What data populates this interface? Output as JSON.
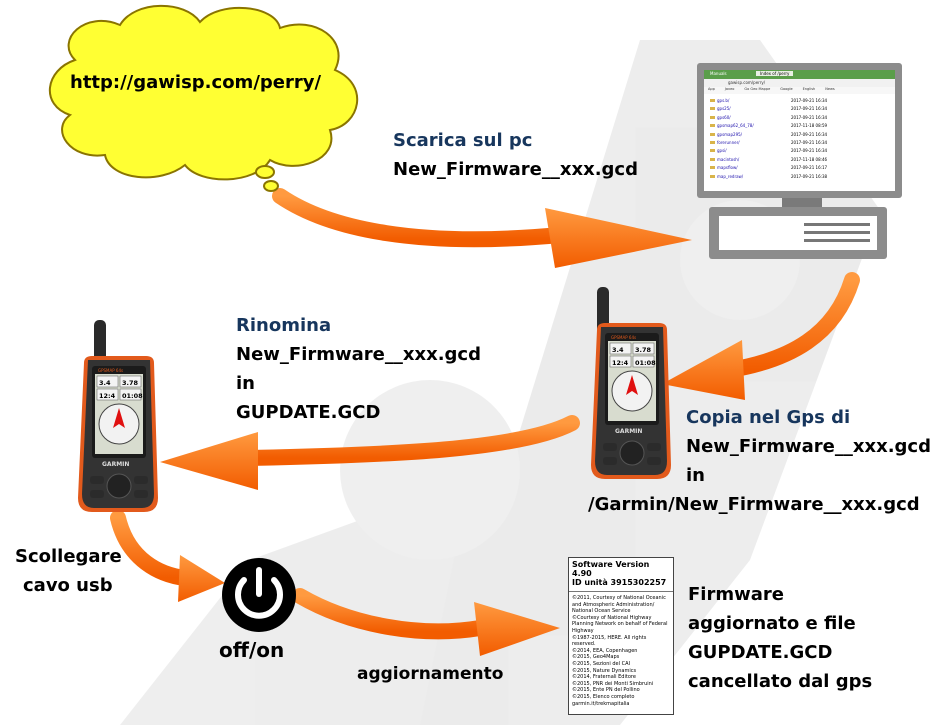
{
  "cloud_url": "http://gawisp.com/perry/",
  "step_download": {
    "title": "Scarica sul pc",
    "file": "New_Firmware__xxx.gcd"
  },
  "step_rename": {
    "title": "Rinomina",
    "file": "New_Firmware__xxx.gcd",
    "in": "in",
    "target": "GUPDATE.GCD"
  },
  "step_copy": {
    "title": "Copia nel Gps di",
    "file": "New_Firmware__xxx.gcd",
    "in": "in",
    "path": "/Garmin/New_Firmware__xxx.gcd"
  },
  "step_unplug": {
    "line1": "Scollegare",
    "line2": "cavo usb"
  },
  "power_label": "off/on",
  "update_label": "aggiornamento",
  "result": {
    "line1": "Firmware",
    "line2": "aggiornato e file",
    "line3": "GUPDATE.GCD",
    "line4": "cancellato dal gps"
  },
  "software_doc": {
    "title": "Software Version",
    "version": "4.90",
    "id_line": "ID unità 3915302257",
    "credits": [
      "©2011, Courtesy of National Oceanic",
      "and Atmospheric Administration/",
      "National Ocean Service",
      "©Courtesy of National Highway",
      "Planning Network on behalf of Federal",
      "Highway",
      "©1987-2015, HERE. All rights",
      "reserved.",
      "©2014, EEA, Copenhagen",
      "©2015, Geo4Maps",
      "©2015, Sezioni del CAI",
      "©2015, Nature Dynamics",
      "©2014, Fraternali Editore",
      "©2015, PNR dei Monti Simbruini",
      "©2015, Ente PN del Pollino",
      "©2015, Elenco completo",
      "garmin.it/trekmapitalia"
    ]
  },
  "browser": {
    "tab1": "Manuals",
    "tab2": "Index of /perry",
    "address": "gawisp.com/perry/",
    "bookmarks": [
      "App",
      "Javeo",
      "Go Geo Mappe",
      "Google",
      "English",
      "News"
    ],
    "rows": [
      {
        "name": "gps.b/",
        "date": "2017-09-21 16:34"
      },
      {
        "name": "gps25/",
        "date": "2017-09-21 16:34"
      },
      {
        "name": "gps60/",
        "date": "2017-09-21 16:34"
      },
      {
        "name": "gpsmap62_64_78/",
        "date": "2017-11-18 08:59"
      },
      {
        "name": "gpsmap295/",
        "date": "2017-09-21 16:34"
      },
      {
        "name": "forerunner/",
        "date": "2017-09-21 16:34"
      },
      {
        "name": "gpsi/",
        "date": "2017-09-21 16:34"
      },
      {
        "name": "macintosh/",
        "date": "2017-11-18 08:46"
      },
      {
        "name": "mapsflow/",
        "date": "2017-09-21 16:17"
      },
      {
        "name": "map_redraw/",
        "date": "2017-09-21 16:38"
      }
    ]
  },
  "gps_device": {
    "brand": "GARMIN",
    "model": "GPSMAP 64s",
    "field1": "3.4",
    "field2": "3.78",
    "field3": "12:4",
    "field4": "01:08"
  },
  "colors": {
    "arrow": "#ff7a1a",
    "arrow_dark": "#f05a00",
    "cloud": "#ffff33",
    "heading": "#17365d",
    "gps_orange": "#e25a1c",
    "monitor": "#8c8c8c"
  }
}
